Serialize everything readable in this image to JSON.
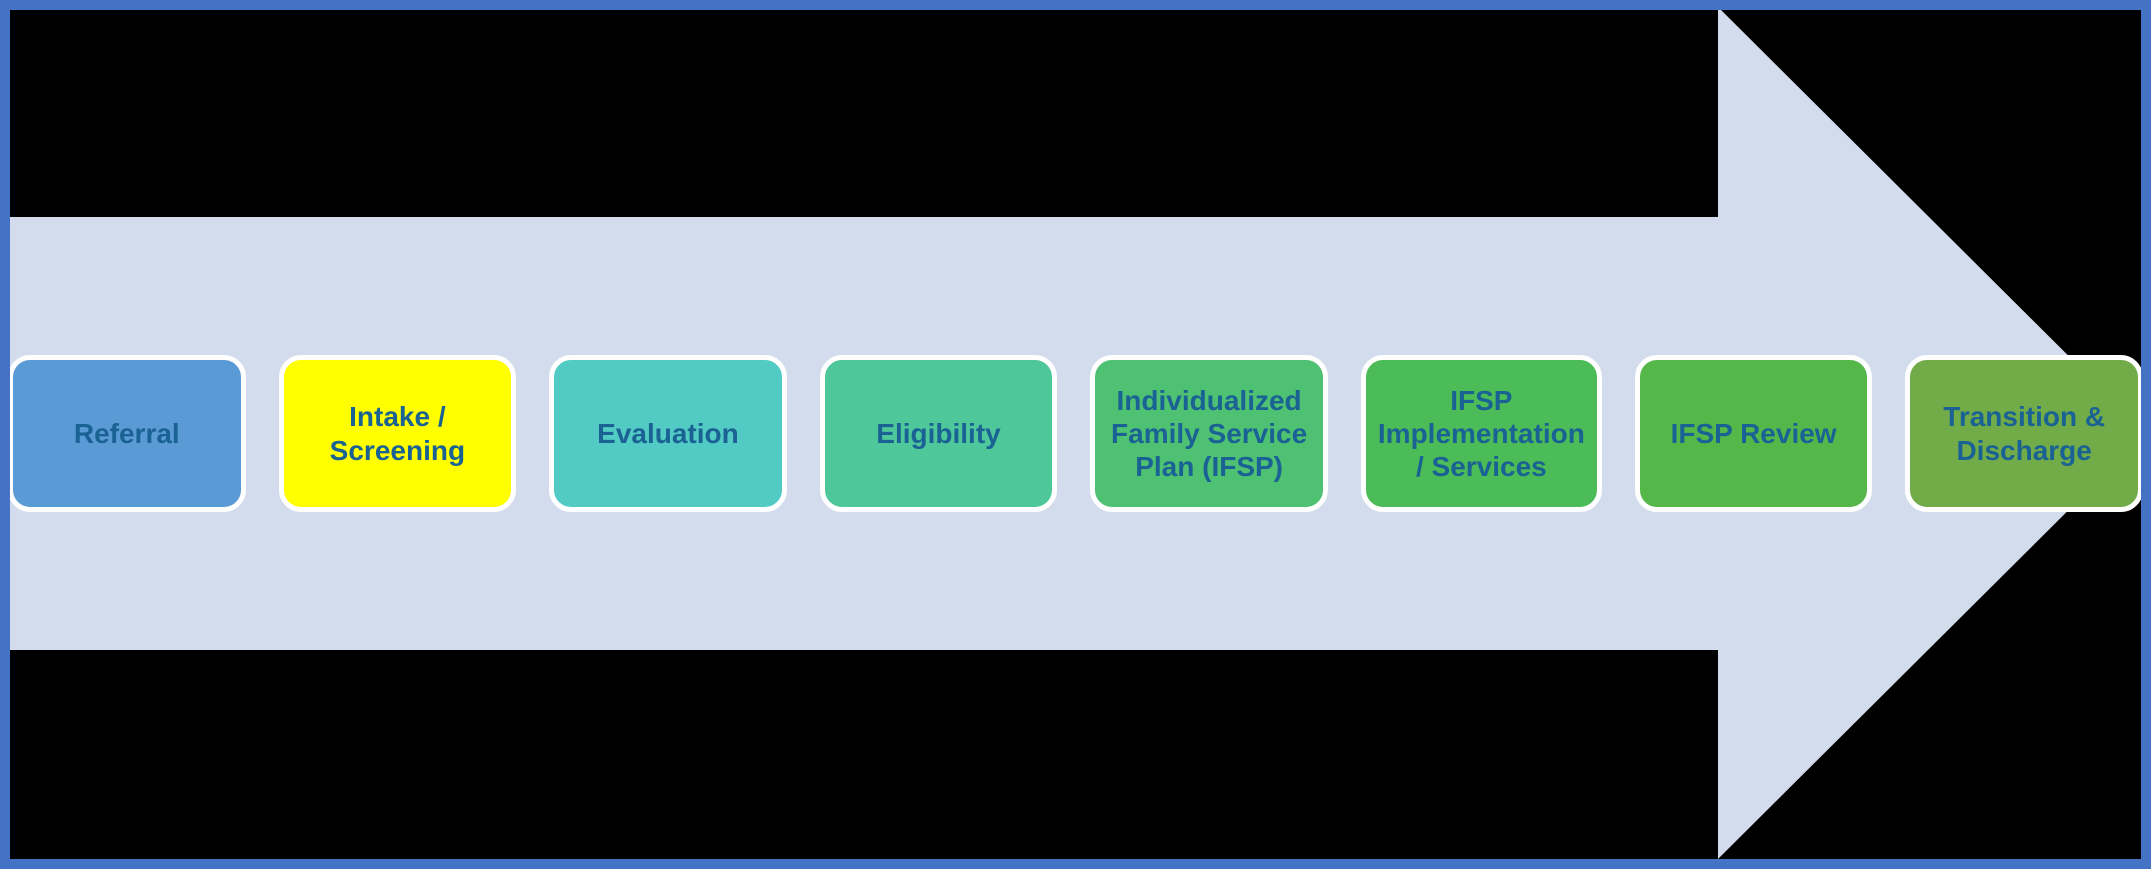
{
  "diagram": {
    "type": "process-flow-arrow",
    "colors": {
      "frame_border": "#4472C4",
      "background": "#000000",
      "arrow_fill": "#D3DCEC",
      "step_border": "#FFFFFF",
      "step_text": "#1A6293"
    },
    "steps": [
      {
        "label": "Referral",
        "fill": "#5B9BD5"
      },
      {
        "label": "Intake / Screening",
        "fill": "#FFFF00"
      },
      {
        "label": "Evaluation",
        "fill": "#51CBC3"
      },
      {
        "label": "Eligibility",
        "fill": "#4EC79A"
      },
      {
        "label": "Individualized Family Service Plan (IFSP)",
        "fill": "#4EC173"
      },
      {
        "label": "IFSP Implementation / Services",
        "fill": "#4BBC57"
      },
      {
        "label": "IFSP Review",
        "fill": "#55B74A"
      },
      {
        "label": "Transition & Discharge",
        "fill": "#71AC49"
      }
    ]
  }
}
